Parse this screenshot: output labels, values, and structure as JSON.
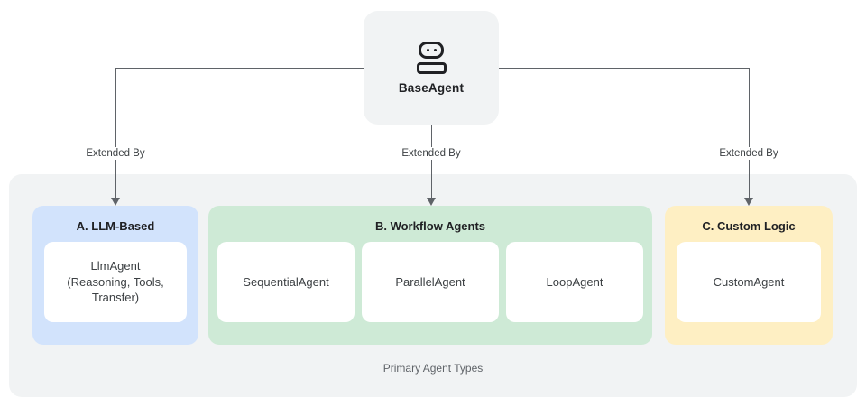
{
  "root_node": {
    "label": "BaseAgent",
    "icon": "robot-icon"
  },
  "edges": [
    {
      "label": "Extended By"
    },
    {
      "label": "Extended By"
    },
    {
      "label": "Extended By"
    }
  ],
  "groups": [
    {
      "title": "A. LLM-Based",
      "nodes": [
        {
          "lines": [
            "LlmAgent",
            "(Reasoning, Tools,",
            "Transfer)"
          ]
        }
      ]
    },
    {
      "title": "B. Workflow Agents",
      "nodes": [
        {
          "lines": [
            "SequentialAgent"
          ]
        },
        {
          "lines": [
            "ParallelAgent"
          ]
        },
        {
          "lines": [
            "LoopAgent"
          ]
        }
      ]
    },
    {
      "title": "C. Custom Logic",
      "nodes": [
        {
          "lines": [
            "CustomAgent"
          ]
        }
      ]
    }
  ],
  "container_caption": "Primary Agent Types",
  "colors": {
    "root_card_bg": "#f1f3f4",
    "container_bg": "#f1f3f4",
    "llm_group_bg": "#d2e3fc",
    "workflow_group_bg": "#ceead6",
    "custom_group_bg": "#feefc3",
    "node_card_bg": "#ffffff",
    "connector_line": "#5f6368",
    "title_text": "#202124",
    "body_text": "#3c4043",
    "caption_text": "#5f6368"
  }
}
